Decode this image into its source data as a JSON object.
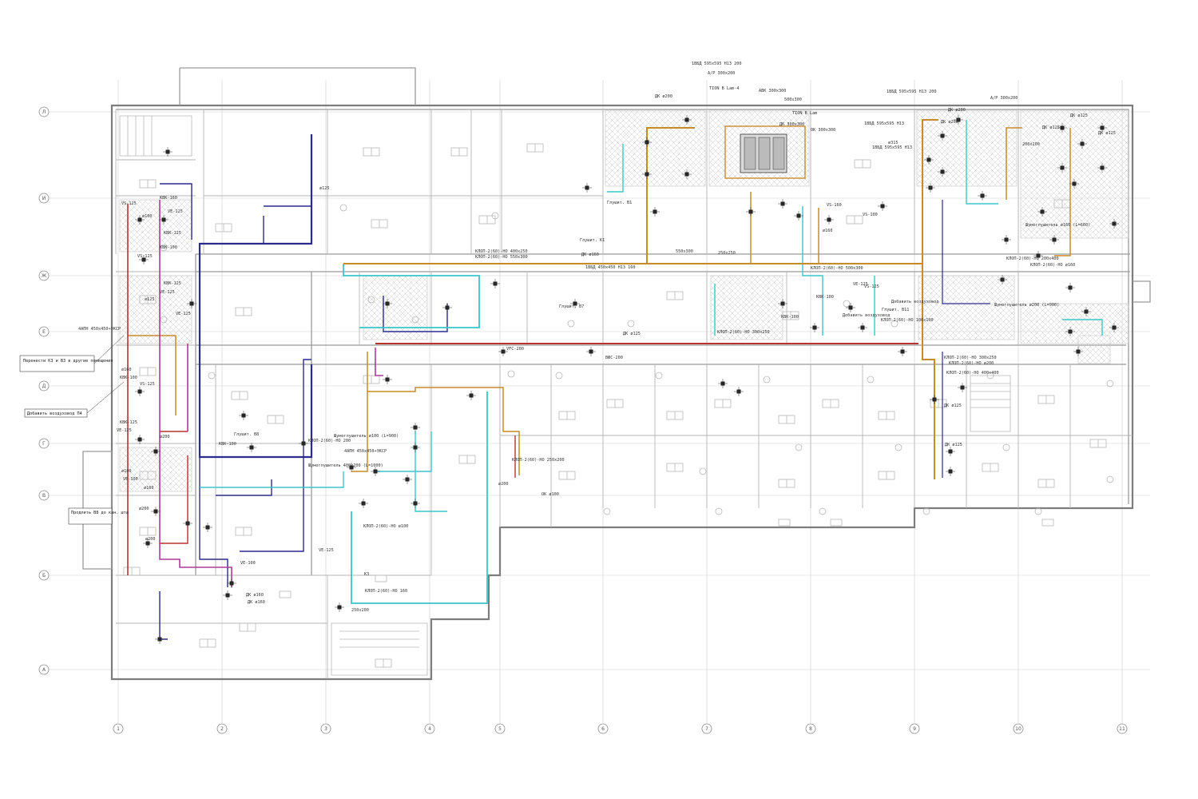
{
  "colors": {
    "supply_blue": "#2b2a8f",
    "exhaust_cyan": "#39c6cc",
    "duct_orange": "#c98a2a",
    "duct_red": "#b8322f",
    "duct_purple": "#b03a9b",
    "wall": "#9a9a9a",
    "hatch": "#c8c8c8"
  },
  "axes": {
    "rows": [
      "Л",
      "И",
      "Ж",
      "Е",
      "Д",
      "Г",
      "В",
      "Б",
      "А"
    ],
    "cols": [
      "1",
      "2",
      "3",
      "4",
      "5",
      "6",
      "7",
      "8",
      "9",
      "10",
      "11"
    ]
  },
  "notes": [
    "Перенести К3 и В3 в другие помещения",
    "Добавить воздуховод П4",
    "Продлить В8 до кан. шта"
  ],
  "labels": [
    "1ВБД 595х595 Н13 200",
    "А/Р 300х200",
    "TION B Lam-4",
    "АВК 300х300",
    "500х300",
    "ДК 300х300",
    "ДК ø200",
    "TION B Lam",
    "ОК 300х300",
    "1ВБД 595х595 Н13 200",
    "А/Р 300х200",
    "ДК ø125",
    "ДК ø125",
    "1ВБД 595х595 Н13",
    "ДК ø200",
    "ДК ø200",
    "ø315",
    "1ВБД 595х595 Н13",
    "200х200",
    "ДК ø125",
    "КВК-160",
    "VS-125",
    "ø100",
    "VE-125",
    "КВК-125",
    "КВК-100",
    "VS-125",
    "КВК-125",
    "VE-125",
    "ø125",
    "VE-125",
    "ø125",
    "4АПН 450х450+ЭКСР",
    "Глушит. К1",
    "Глушит. В1",
    "1ВБД 450х450 Н13 160",
    "КЛОП-2(60)-НО 400х250",
    "КЛОП-2(60)-НО 550х300",
    "550х300",
    "250х250",
    "ДК ø160",
    "КЛОП-2(60)-НО 500х300",
    "Шумоглушитель ø160 (L=660)",
    "КЛОП-2(60)-НО ø160",
    "Глушит. В7",
    "Добавить воздуховод",
    "КЛОП-2(60)-НО 300х250",
    "ДК ø125",
    "КВК-100",
    "КЛОП-2(60)-НО 100х100",
    "Добавить воздуховод",
    "Глушит. В11",
    "КЛОП-2(60)-НО 200х400",
    "Шумоглушитель ø200 (L=900)",
    "КЛОП-2(60)-НО 300х250",
    "КЛОП-2(60)-НО ø200",
    "КЛОП-2(60)-НО 400х400",
    "ДК ø125",
    "ДК ø125",
    "VE-125",
    "VS-160",
    "ø160",
    "VS-100",
    "КВК-100",
    "VS-125",
    "ø160",
    "КВК-100",
    "VS-125",
    "КВК-125",
    "VE-125",
    "ø200",
    "КВК-100",
    "ø100",
    "VE-100",
    "ø160",
    "ø200",
    "ø200",
    "Глушит. В8",
    "КЛОП-2(60)-НО 200",
    "Шумоглушитель 400х200 (L=1000)",
    "Шумоглушитель ø100 (L=900)",
    "4АПН 450х450+ЭКСР",
    "КЛОП-2(60)-НО ø100",
    "КЛОП-2(60)-НО 250х200",
    "ОК ø100",
    "ø200",
    "К3",
    "КЛОП-2(60)-НО 160",
    "250х200",
    "ДК ø160",
    "ДК ø160",
    "VE-100",
    "VE-125",
    "VFC-200",
    "ВФС-200"
  ]
}
